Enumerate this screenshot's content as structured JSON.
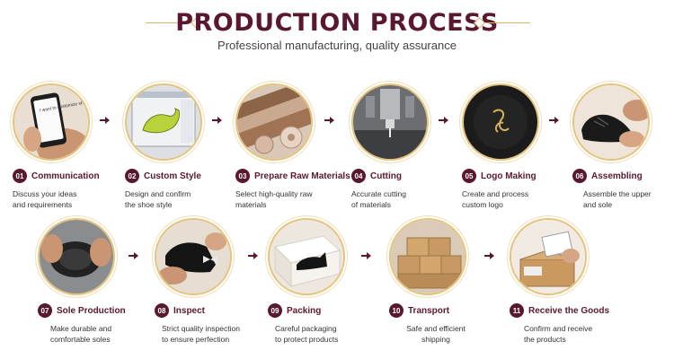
{
  "header": {
    "title": "PRODUCTION PROCESS",
    "subtitle": "Professional manufacturing, quality assurance"
  },
  "steps": [
    {
      "number": "01",
      "title": "Communication",
      "description": "Discuss your ideas\nand requirements",
      "image_caption": "I want to customize shoes as pictured",
      "icon": "smartphone-icon"
    },
    {
      "number": "02",
      "title": "Custom Style",
      "description": "Design and confirm\nthe shoe style",
      "icon": "cad-design-icon"
    },
    {
      "number": "03",
      "title": "Prepare Raw Materials",
      "description": "Select high-quality raw\nmaterials",
      "icon": "leather-rolls-icon"
    },
    {
      "number": "04",
      "title": "Cutting",
      "description": "Accurate cutting\nof materials",
      "icon": "cutting-machine-icon"
    },
    {
      "number": "05",
      "title": "Logo Making",
      "description": "Create and process\ncustom logo",
      "icon": "logo-stamp-icon"
    },
    {
      "number": "06",
      "title": "Assembling",
      "description": "Assemble the upper\nand sole",
      "icon": "shoe-assembly-icon"
    },
    {
      "number": "07",
      "title": "Sole Production",
      "description": "Make durable and\ncomfortable soles",
      "icon": "sole-icon"
    },
    {
      "number": "08",
      "title": "Inspect",
      "description": "Strict quality inspection\nto ensure perfection",
      "icon": "inspection-icon"
    },
    {
      "number": "09",
      "title": "Packing",
      "description": "Careful packaging\nto protect products",
      "icon": "shoe-box-icon"
    },
    {
      "number": "10",
      "title": "Transport",
      "description": "Safe and efficient\nshipping",
      "icon": "cardboard-boxes-icon"
    },
    {
      "number": "11",
      "title": "Receive the Goods",
      "description": "Confirm and receive\nthe products",
      "icon": "delivery-package-icon"
    }
  ],
  "colors": {
    "accent": "#5a1830",
    "gold": "#e6c37a"
  }
}
